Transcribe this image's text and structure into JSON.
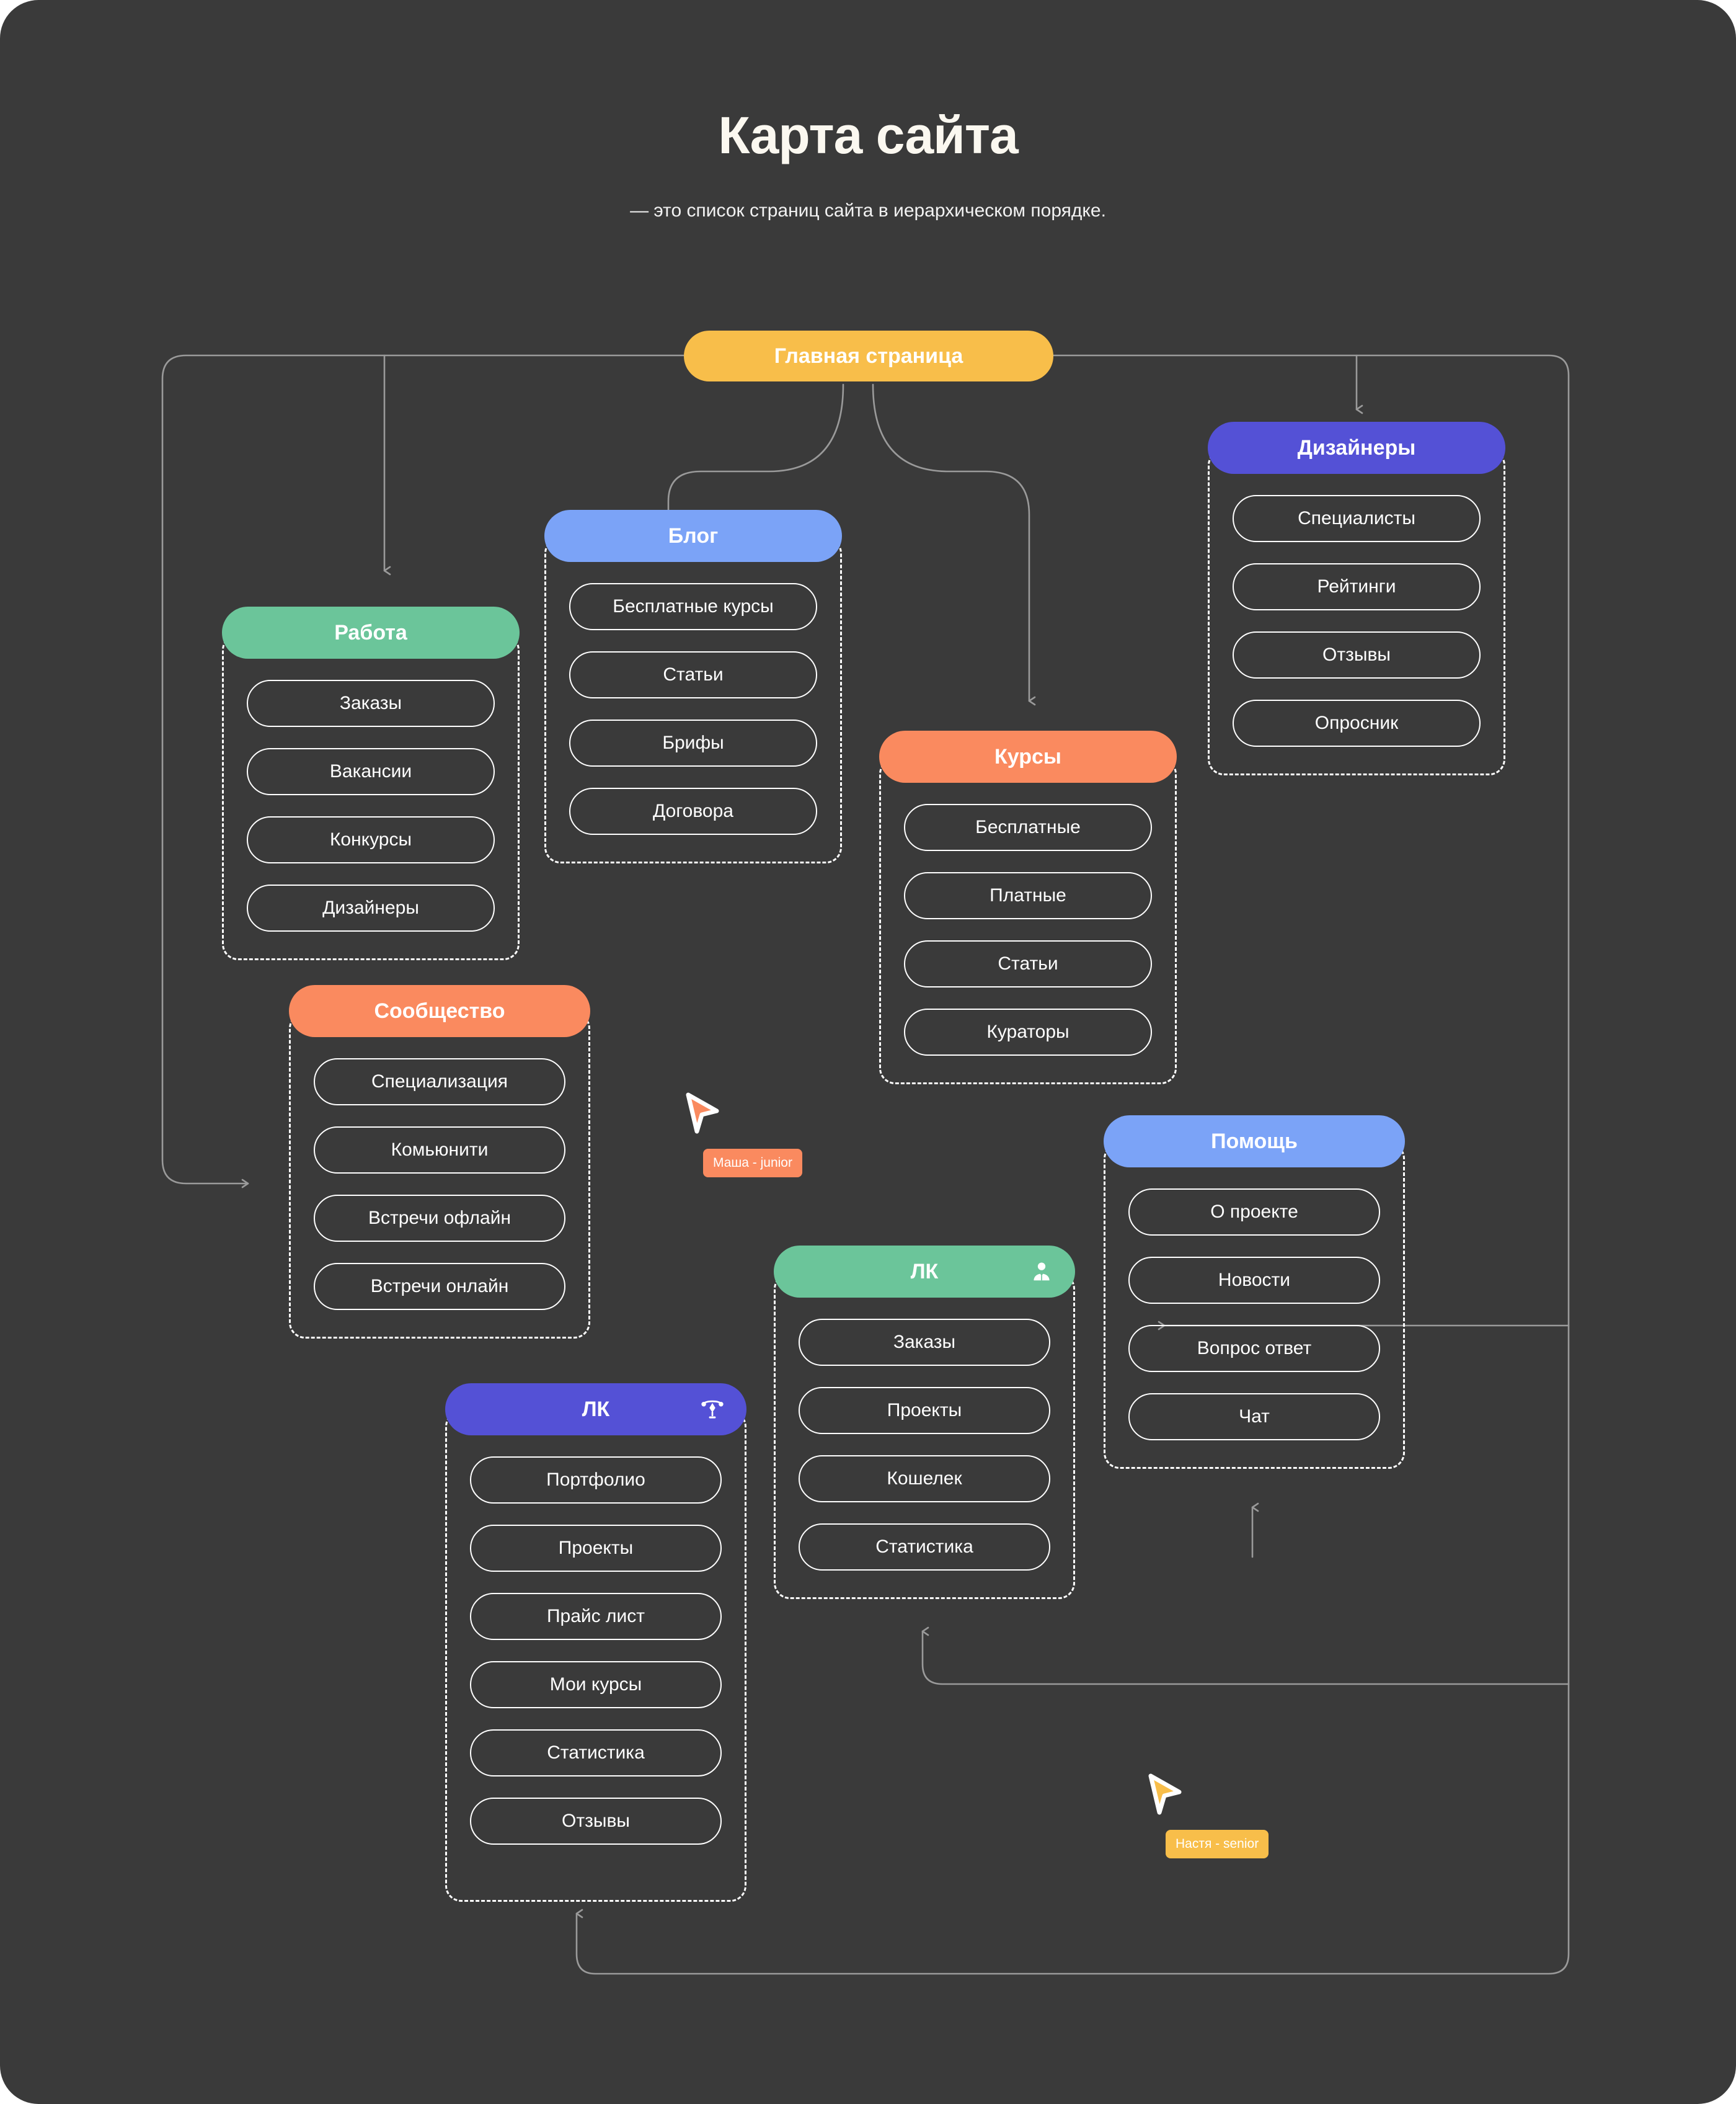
{
  "header": {
    "title": "Карта сайта",
    "subtitle": "— это список страниц сайта в иерархическом порядке."
  },
  "palette": {
    "canvas_bg": "#3a3a3a",
    "yellow": "#f8be4a",
    "green": "#6bc59a",
    "blue": "#7ba3f7",
    "purple": "#5451d6",
    "coral": "#fa8a5f",
    "wire": "#9a9a9a",
    "outline": "#ffffff"
  },
  "root": {
    "label": "Главная страница",
    "color": "#f8be4a"
  },
  "groups": [
    {
      "id": "rabota",
      "title": "Работа",
      "color": "#6bc59a",
      "icon": null,
      "items": [
        "Заказы",
        "Вакансии",
        "Конкурсы",
        "Дизайнеры"
      ]
    },
    {
      "id": "blog",
      "title": "Блог",
      "color": "#7ba3f7",
      "icon": null,
      "items": [
        "Бесплатные курсы",
        "Статьи",
        "Брифы",
        "Договора"
      ]
    },
    {
      "id": "designers",
      "title": "Дизайнеры",
      "color": "#5451d6",
      "icon": null,
      "items": [
        "Специалисты",
        "Рейтинги",
        "Отзывы",
        "Опросник"
      ]
    },
    {
      "id": "courses",
      "title": "Курсы",
      "color": "#fa8a5f",
      "icon": null,
      "items": [
        "Бесплатные",
        "Платные",
        "Статьи",
        "Кураторы"
      ]
    },
    {
      "id": "community",
      "title": "Сообщество",
      "color": "#fa8a5f",
      "icon": null,
      "items": [
        "Специализация",
        "Комьюнити",
        "Встречи офлайн",
        "Встречи онлайн"
      ]
    },
    {
      "id": "lk-client",
      "title": "ЛК",
      "color": "#6bc59a",
      "icon": "user-avatar-icon",
      "items": [
        "Заказы",
        "Проекты",
        "Кошелек",
        "Статистика"
      ]
    },
    {
      "id": "help",
      "title": "Помощь",
      "color": "#7ba3f7",
      "icon": null,
      "items": [
        "О проекте",
        "Новости",
        "Вопрос ответ",
        "Чат"
      ]
    },
    {
      "id": "lk-designer",
      "title": "ЛК",
      "color": "#5451d6",
      "icon": "pen-tool-icon",
      "items": [
        "Портфолио",
        "Проекты",
        "Прайс лист",
        "Мои курсы",
        "Статистика",
        "Отзывы"
      ]
    }
  ],
  "cursors": [
    {
      "id": "masha",
      "label": "Маша - junior",
      "color": "#fa8a5f"
    },
    {
      "id": "nastya",
      "label": "Настя - senior",
      "color": "#f8be4a"
    }
  ]
}
